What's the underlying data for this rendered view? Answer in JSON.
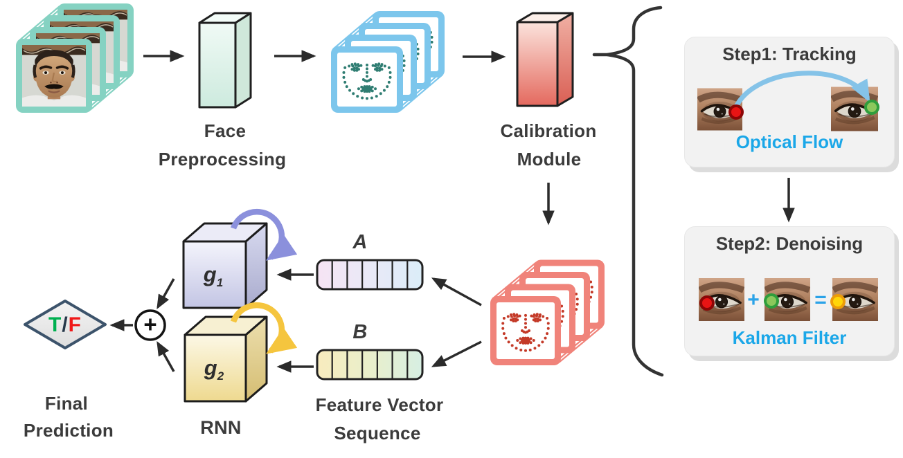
{
  "pipeline": {
    "face_preprocessing": {
      "line1": "Face",
      "line2": "Preprocessing"
    },
    "calibration_module": {
      "line1": "Calibration",
      "line2": "Module"
    },
    "feature_vector": {
      "label_a": "A",
      "label_b": "B",
      "caption_line1": "Feature Vector",
      "caption_line2": "Sequence",
      "segments": 7
    },
    "rnn": {
      "caption": "RNN",
      "g_symbol": "g",
      "g1_subscript": "1",
      "g2_subscript": "2"
    },
    "final_prediction": {
      "caption_line1": "Final",
      "caption_line2": "Prediction",
      "true_symbol": "T",
      "separator": "/",
      "false_symbol": "F",
      "sum_symbol": "+"
    }
  },
  "calibration_steps": {
    "step1": {
      "title": "Step1: Tracking",
      "caption": "Optical Flow"
    },
    "step2": {
      "title": "Step2: Denoising",
      "caption": "Kalman Filter",
      "plus_symbol": "+",
      "equals_symbol": "="
    }
  },
  "colors": {
    "accent_blue": "#29A8E2",
    "frame_teal": "#85D2C2",
    "frame_blue": "#7CC6EC",
    "frame_red": "#F0837A",
    "landmark_dot_blue_stack": "#2F7D72",
    "landmark_dot_red_stack": "#C43A28",
    "box_mint": "#D9F0E4",
    "box_red": "#E8766A",
    "cube_g1": "#C9CBE7",
    "cube_g2": "#F0DC96",
    "loop_purple": "#8B90DC",
    "loop_yellow": "#F5C53E",
    "true_green": "#00B050",
    "false_red": "#F01818",
    "tracking_dot_red": "#E81414",
    "tracking_dot_green": "#58BA3C",
    "tracking_dot_yellow": "#FFD400",
    "text_dark": "#3B3B3B",
    "panel_bg": "#F2F2F2"
  }
}
